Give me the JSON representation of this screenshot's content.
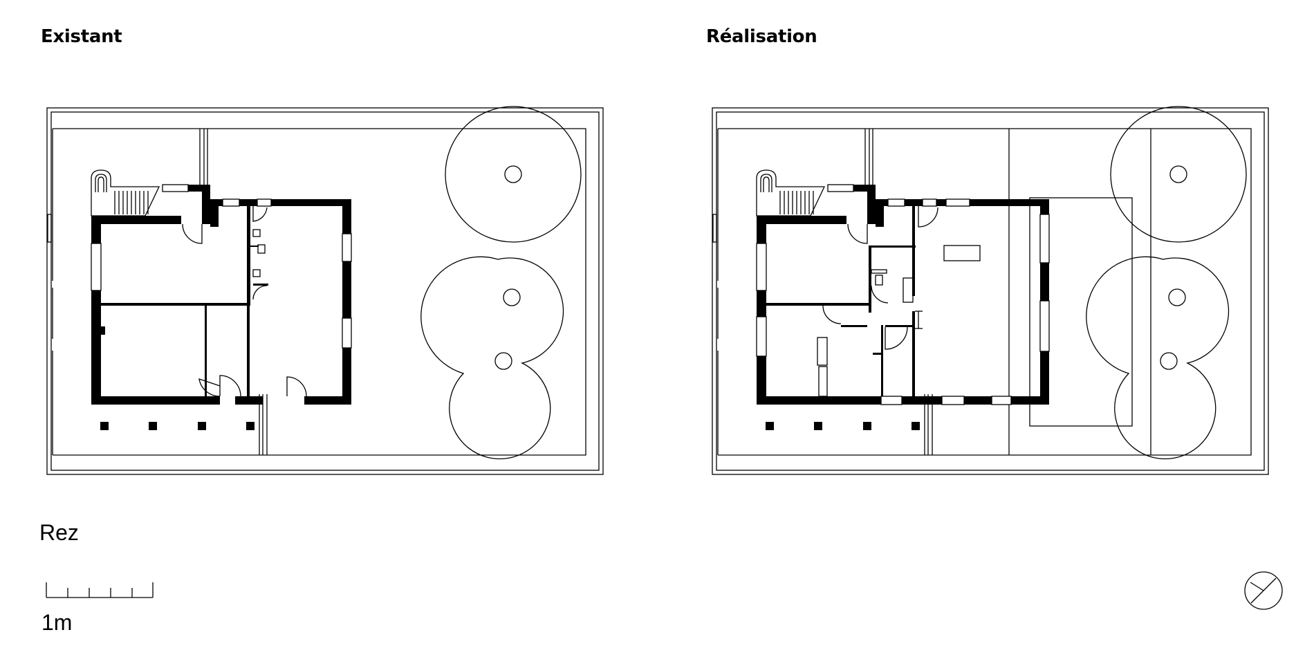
{
  "titles": {
    "existing": "Existant",
    "realisation": "Réalisation"
  },
  "level_label": "Rez",
  "scale": {
    "label": "1m",
    "ticks": 5
  },
  "icons": {
    "north_arrow": "north-arrow-icon",
    "scale_bar": "scale-bar-icon"
  },
  "colors": {
    "ink": "#000000",
    "paper": "#ffffff"
  }
}
